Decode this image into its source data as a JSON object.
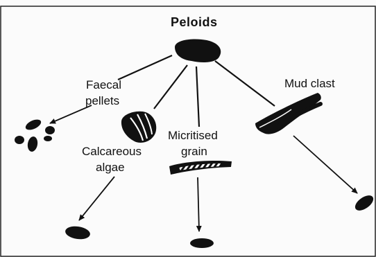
{
  "diagram": {
    "title": "Peloids",
    "labels": {
      "faecal_pellets_line1": "Faecal",
      "faecal_pellets_line2": "pellets",
      "calcareous_algae_line1": "Calcareous",
      "calcareous_algae_line2": "algae",
      "micritised_grain_line1": "Micritised",
      "micritised_grain_line2": "grain",
      "mud_clast": "Mud clast"
    }
  },
  "colors": {
    "ink": "#111111",
    "paper": "#fbfbfb"
  }
}
